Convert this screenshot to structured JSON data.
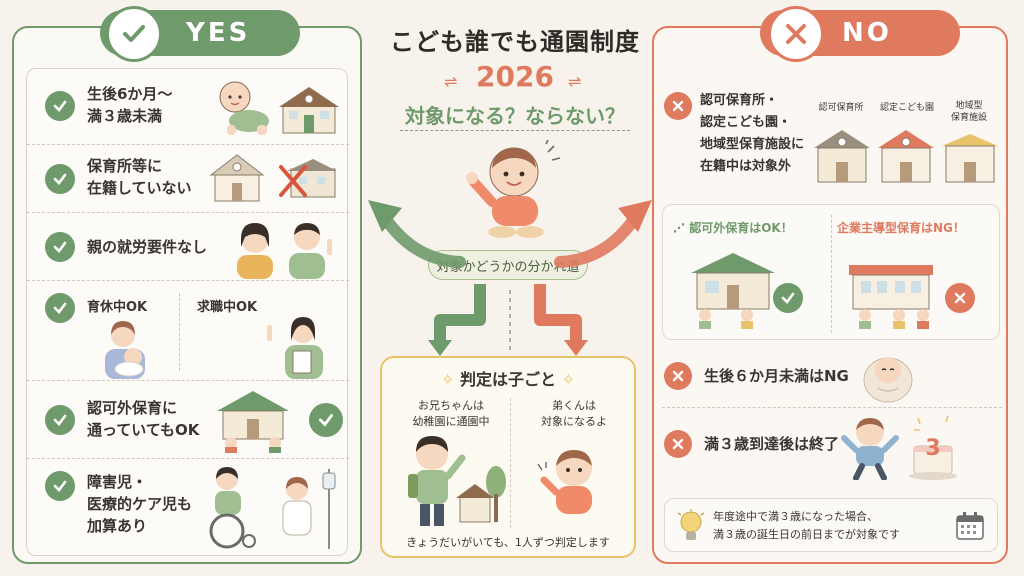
{
  "title": "こども誰でも通園制度",
  "year": "2026",
  "subtitle": "対象になる？ならない？",
  "yes": {
    "badge": "YES",
    "items": [
      {
        "line1": "生後6か月〜",
        "line2": "満３歳未満"
      },
      {
        "line1": "保育所等に",
        "line2": "在籍していない"
      },
      {
        "line1": "親の就労要件なし"
      },
      {
        "left": "育休中OK",
        "right": "求職中OK"
      },
      {
        "line1": "認可外保育に",
        "line2": "通っていてもOK"
      },
      {
        "line1": "障害児・",
        "line2": "医療的ケア児も",
        "line3": "加算あり"
      }
    ]
  },
  "center": {
    "label": "対象かどうかの分かれ道",
    "judge_title": "判定は子ごと",
    "sibling_older_line1": "お兄ちゃんは",
    "sibling_older_line2": "幼稚園に通園中",
    "sibling_younger_line1": "弟くんは",
    "sibling_younger_line2": "対象になるよ",
    "judge_footer": "きょうだいがいても、1人ずつ判定します"
  },
  "no": {
    "badge": "NO",
    "item1": {
      "line1": "認可保育所・",
      "line2": "認定こども園・",
      "line3": "地域型保育施設に",
      "line4": "在籍中は対象外"
    },
    "facilities": {
      "f1": "認可保育所",
      "f2": "認定こども園",
      "f3_line1": "地域型",
      "f3_line2": "保育施設"
    },
    "unlicensed_ok": "認可外保育はOK！",
    "corporate_ng": "企業主導型保育はNG！",
    "item2": "生後６か月未満はNG",
    "item3": "満３歳到達後は終了",
    "cake_number": "3",
    "note_line1": "年度途中で満３歳になった場合、",
    "note_line2": "満３歳の誕生日の前日までが対象です"
  },
  "colors": {
    "yes_green": "#6f9a6c",
    "no_orange": "#e07a5f",
    "judge_yellow": "#e8c36a",
    "background": "#f7f3ec"
  }
}
